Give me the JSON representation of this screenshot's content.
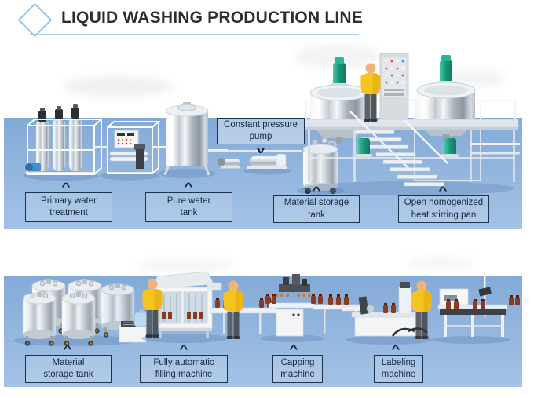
{
  "title": "LIQUID WASHING PRODUCTION LINE",
  "markers": {
    "up": "^",
    "down": "v"
  },
  "colors": {
    "band_blue_top": "#83aad7",
    "band_blue_bottom": "#a4c2e6",
    "accent_light_blue": "#8fc2ea",
    "underline_blue": "#a9cdec",
    "label_border": "#1d3349",
    "label_text": "#14283d",
    "title_text": "#2d2d2d",
    "worker_yellow": "#f6c41e",
    "motor_green": "#1ea98e",
    "bottle_brown": "#8a3a20",
    "steel_silver": "#d9dee3"
  },
  "top_row": {
    "pump_callout": {
      "line1": "Constant pressure",
      "line2": "pump"
    },
    "labels": [
      {
        "id": "primary-water-treatment",
        "line1": "Primary water",
        "line2": "treatment"
      },
      {
        "id": "pure-water-tank",
        "line1": "Pure water",
        "line2": "tank"
      },
      {
        "id": "material-storage-tank",
        "line1": "Material storage",
        "line2": "tank"
      },
      {
        "id": "open-homogenized-heat-stirring-pan",
        "line1": "Open homogenized",
        "line2": "heat stirring pan"
      }
    ]
  },
  "bottom_row": {
    "labels": [
      {
        "id": "material-storage-tank",
        "line1": "Material",
        "line2": "storage tank"
      },
      {
        "id": "fully-automatic-filling-machine",
        "line1": "Fully automatic",
        "line2": "filling machine"
      },
      {
        "id": "capping-machine",
        "line1": "Capping",
        "line2": "machine"
      },
      {
        "id": "labeling-machine",
        "line1": "Labeling",
        "line2": "machine"
      }
    ]
  },
  "illustration": {
    "top_band_items": [
      "primary-water-treatment-unit",
      "ro-purification-unit",
      "pure-water-tank",
      "constant-pressure-pumps",
      "material-storage-tank",
      "platform-with-stairs",
      "control-cabinet",
      "operator-figure",
      "open-homogenized-heat-stirring-pans"
    ],
    "bottom_band_items": [
      "material-storage-tanks",
      "water-bottle",
      "fully-automatic-filling-machine",
      "operator-figures",
      "bottle-conveyors",
      "capping-machine",
      "labeling-machine",
      "output-conveyor"
    ]
  }
}
